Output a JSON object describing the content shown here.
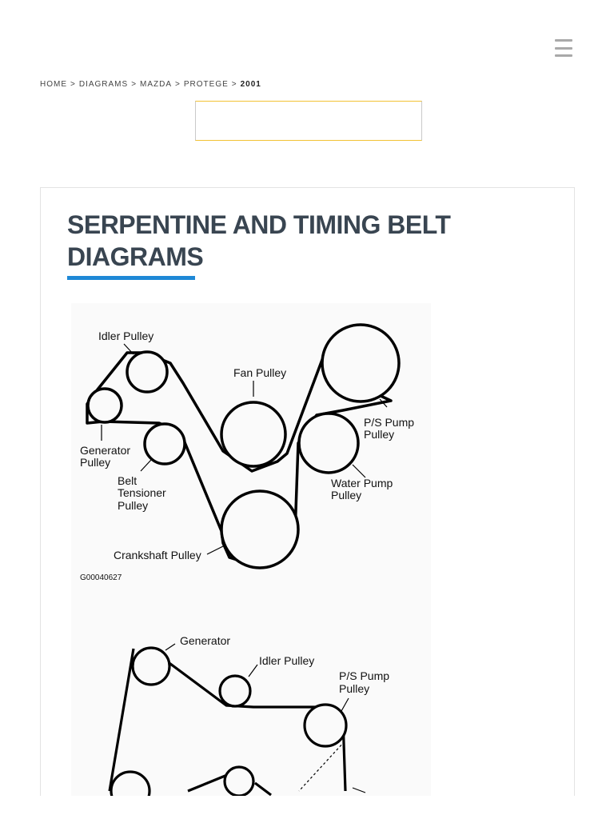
{
  "breadcrumb": {
    "home": "HOME",
    "diagrams": "DIAGRAMS",
    "make": "MAZDA",
    "model": "PROTEGE",
    "year": "2001",
    "separator": ">"
  },
  "article": {
    "title_line1": "SERPENTINE AND TIMING BELT",
    "title_line2": "DIAGRAMS"
  },
  "diagram1": {
    "labels": {
      "idler": "Idler Pulley",
      "fan": "Fan Pulley",
      "ps_1": "P/S Pump",
      "ps_2": "Pulley",
      "gen_1": "Generator",
      "gen_2": "Pulley",
      "belt_1": "Belt",
      "belt_2": "Tensioner",
      "belt_3": "Pulley",
      "water_1": "Water Pump",
      "water_2": "Pulley",
      "crank": "Crankshaft Pulley",
      "code": "G00040627"
    }
  },
  "diagram2": {
    "labels": {
      "generator": "Generator",
      "idler": "Idler Pulley",
      "ps_1": "P/S Pump",
      "ps_2": "Pulley"
    }
  },
  "colors": {
    "accent": "#1e88d6",
    "title": "#394551",
    "ad_border": "#f2c233"
  }
}
